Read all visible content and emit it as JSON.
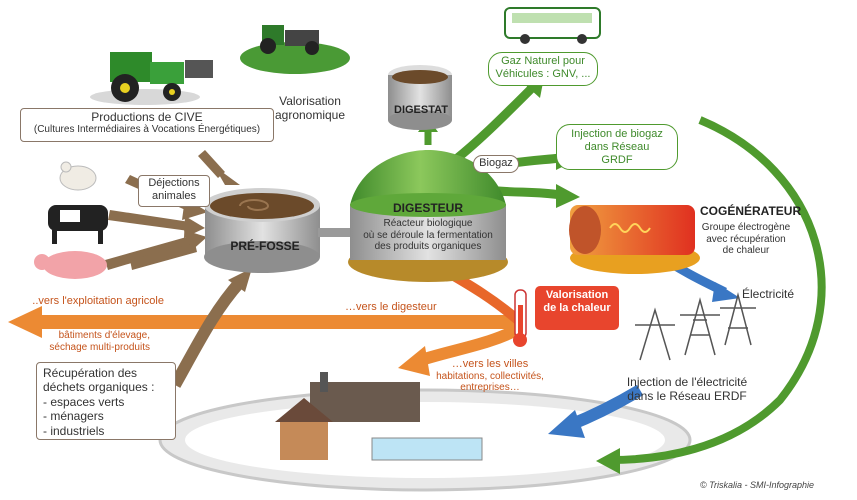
{
  "labels": {
    "cive_title": "Productions de CIVE",
    "cive_sub": "(Cultures Intermédiaires à Vocations Énergétiques)",
    "valorisation_agro_1": "Valorisation",
    "valorisation_agro_2": "agronomique",
    "digestat": "DIGESTAT",
    "gnv_1": "Gaz Naturel pour",
    "gnv_2": "Véhicules : GNV, ...",
    "injection_biogaz_1": "Injection de biogaz",
    "injection_biogaz_2": "dans Réseau",
    "injection_biogaz_3": "GRDF",
    "biogaz": "Biogaz",
    "dejections_1": "Déjections",
    "dejections_2": "animales",
    "prefosse": "PRÉ-FOSSE",
    "digesteur": "DIGESTEUR",
    "digesteur_desc_1": "Réacteur biologique",
    "digesteur_desc_2": "où se déroule la fermentation",
    "digesteur_desc_3": "des produits organiques",
    "cogenerateur": "COGÉNÉRATEUR",
    "cogen_desc_1": "Groupe électrogène",
    "cogen_desc_2": "avec récupération",
    "cogen_desc_3": "de chaleur",
    "electricite": "Électricité",
    "vers_exploitation": "..vers l'exploitation agricole",
    "vers_exploitation_sub_1": "bâtiments d'élevage,",
    "vers_exploitation_sub_2": "séchage multi-produits",
    "vers_digesteur": "…vers le digesteur",
    "valorisation_chaleur_1": "Valorisation",
    "valorisation_chaleur_2": "de la chaleur",
    "vers_villes": "…vers les villes",
    "vers_villes_sub_1": "habitations, collectivités,",
    "vers_villes_sub_2": "entreprises…",
    "recup_1": "Récupération des",
    "recup_2": "déchets organiques :",
    "recup_3": "- espaces verts",
    "recup_4": "- ménagers",
    "recup_5": "- industriels",
    "injection_elec_1": "Injection de l'électricité",
    "injection_elec_2": "dans le Réseau ERDF",
    "credit": "© Triskalia - SMI-Infographie"
  },
  "colors": {
    "green_arrow": "#4f9a2e",
    "brown_arrow": "#8b6e4e",
    "orange_arrow": "#ec8a33",
    "blue_arrow": "#3a77c4",
    "digestor_green": "#5fa83a",
    "tank_grey": "#b9b9b9",
    "heat_red": "#e8452d"
  }
}
